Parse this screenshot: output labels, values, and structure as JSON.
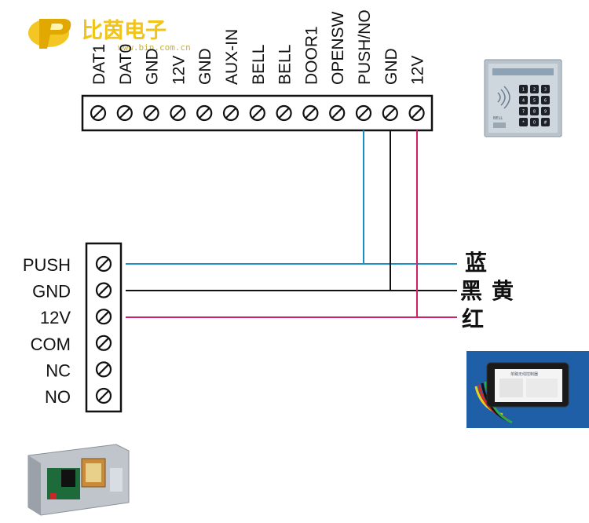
{
  "logo": {
    "brand_text": "比茵电子",
    "url_text": "www.bin.com.cn"
  },
  "top_terminal": {
    "labels": [
      "DAT1",
      "DAT0",
      "GND",
      "12V",
      "GND",
      "AUX-IN",
      "BELL",
      "BELL",
      "DOOR1",
      "OPENSW",
      "PUSH/NO",
      "GND",
      "12V"
    ]
  },
  "left_terminal": {
    "labels": [
      "PUSH",
      "GND",
      "12V",
      "COM",
      "NC",
      "NO"
    ]
  },
  "wire_colors": {
    "blue": {
      "label": "蓝",
      "color": "#1a8fc4"
    },
    "black": {
      "label": "黑",
      "color": "#111111"
    },
    "yellow": {
      "label": "黄",
      "color": "#f0c419"
    },
    "red": {
      "label": "红",
      "color": "#d0206a"
    }
  },
  "keypad": {
    "keys": [
      "1",
      "2",
      "3",
      "4",
      "5",
      "6",
      "7",
      "8",
      "9",
      "*",
      "0",
      "#"
    ],
    "bell_text": "BELL"
  },
  "receiver": {
    "title_text": "单路无线控制器"
  }
}
